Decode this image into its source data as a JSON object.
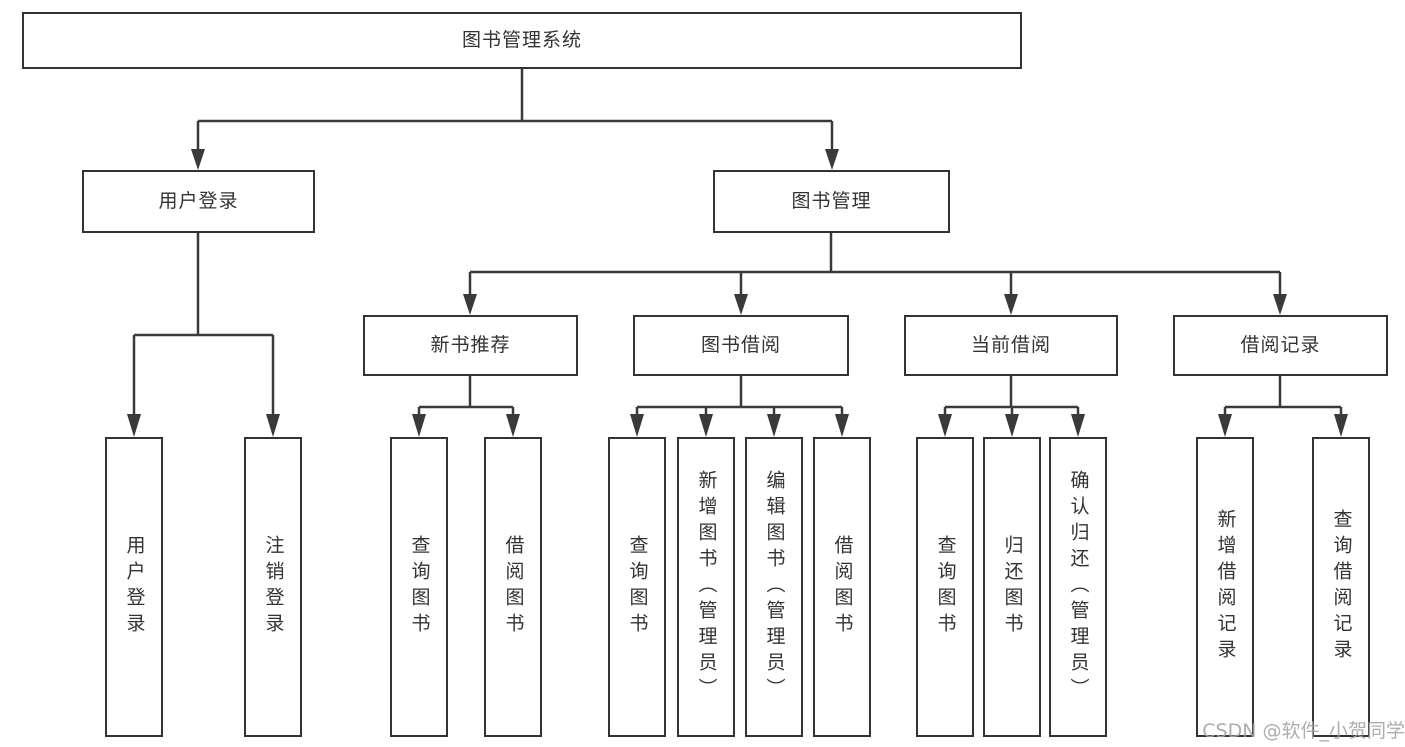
{
  "diagram": {
    "root": {
      "label": "图书管理系统"
    },
    "level2": [
      {
        "label": "用户登录"
      },
      {
        "label": "图书管理"
      }
    ],
    "level3": [
      {
        "label": "新书推荐"
      },
      {
        "label": "图书借阅"
      },
      {
        "label": "当前借阅"
      },
      {
        "label": "借阅记录"
      }
    ],
    "leaves": {
      "user_login": [
        {
          "label": "用户登录"
        },
        {
          "label": "注销登录"
        }
      ],
      "new_book_recommend": [
        {
          "label": "查询图书"
        },
        {
          "label": "借阅图书"
        }
      ],
      "book_borrow": [
        {
          "label": "查询图书"
        },
        {
          "label": "新增图书（管理员）"
        },
        {
          "label": "编辑图书（管理员）"
        },
        {
          "label": "借阅图书"
        }
      ],
      "current_borrow": [
        {
          "label": "查询图书"
        },
        {
          "label": "归还图书"
        },
        {
          "label": "确认归还（管理员）"
        }
      ],
      "borrow_records": [
        {
          "label": "新增借阅记录"
        },
        {
          "label": "查询借阅记录"
        }
      ]
    }
  },
  "watermark": {
    "text": "CSDN @软件_小贺同学"
  },
  "colors": {
    "line": "#3a3a3a",
    "box_border": "#333333",
    "text": "#333333",
    "watermark": "#a5a5a5",
    "background": "#ffffff"
  }
}
